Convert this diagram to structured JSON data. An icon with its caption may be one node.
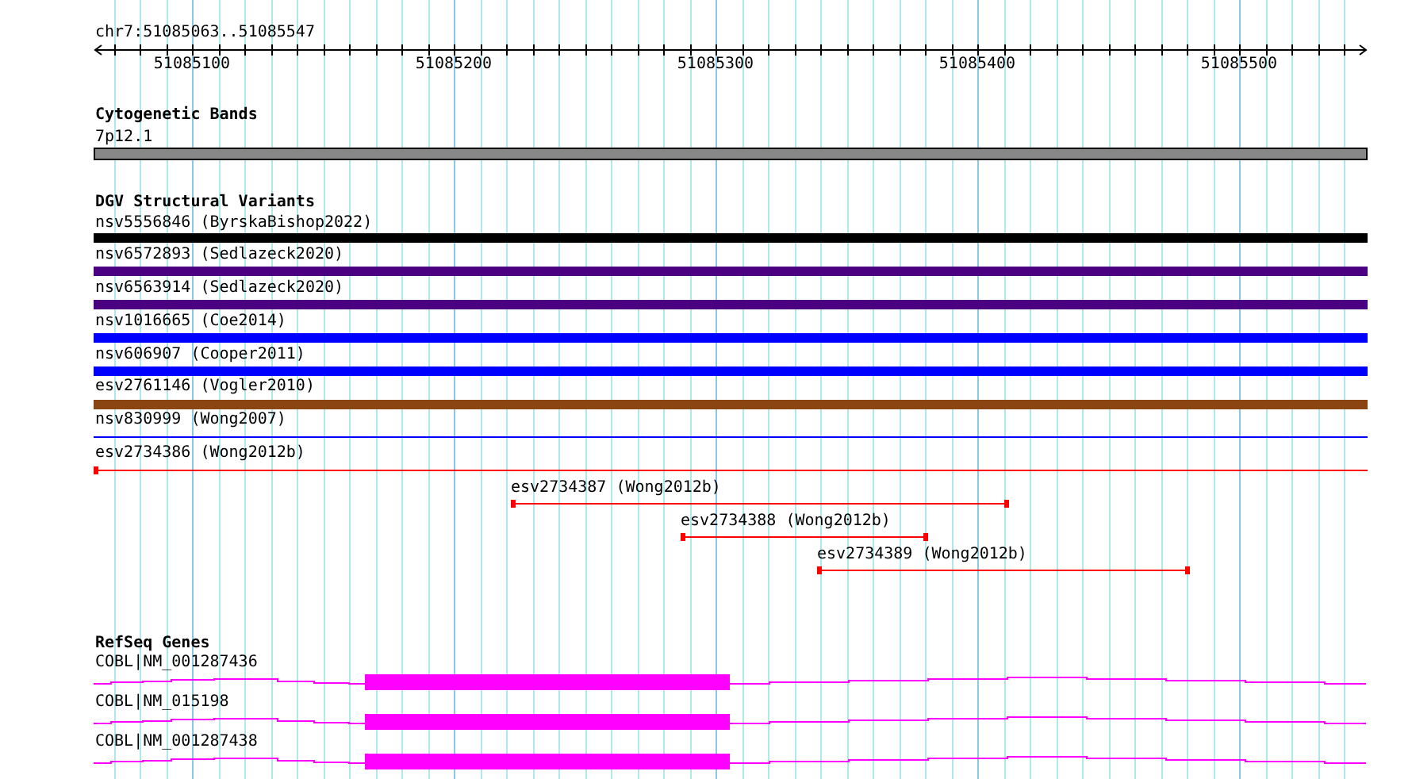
{
  "diagram": {
    "nodes": [
      {
        "text": [
          "7p12.1"
        ]
      },
      {
        "text": [
          "nsv5556846 (ByrskaBishop2022)"
        ]
      },
      {
        "text": [
          "nsv6572893 (Sedlazeck2020)"
        ]
      },
      {
        "text": [
          "nsv6563914 (Sedlazeck2020)"
        ]
      },
      {
        "text": [
          "nsv1016665 (Coe2014)"
        ]
      },
      {
        "text": [
          "nsv606907 (Cooper2011)"
        ]
      },
      {
        "text": [
          "esv2761146 (Vogler2010)"
        ]
      },
      {
        "text": [
          "nsv830999 (Wong2007)"
        ]
      },
      {
        "text": [
          "esv2734386 (Wong2012b)"
        ]
      },
      {
        "text": [
          "esv2734387 (Wong2012b)"
        ]
      },
      {
        "text": [
          "esv2734388 (Wong2012b)"
        ]
      },
      {
        "text": [
          "esv2734389 (Wong2012b)"
        ]
      },
      {
        "text": [
          "COBL|NM_001287436"
        ]
      },
      {
        "text": [
          "COBL|NM_015198"
        ]
      },
      {
        "text": [
          "COBL|NM_001287438"
        ]
      }
    ],
    "labels": [
      "chr7:51085063..51085547",
      "51085100",
      "51085200",
      "51085300",
      "51085400",
      "51085500",
      "Cytogenetic Bands",
      "DGV Structural Variants",
      "RefSeq Genes"
    ]
  }
}
